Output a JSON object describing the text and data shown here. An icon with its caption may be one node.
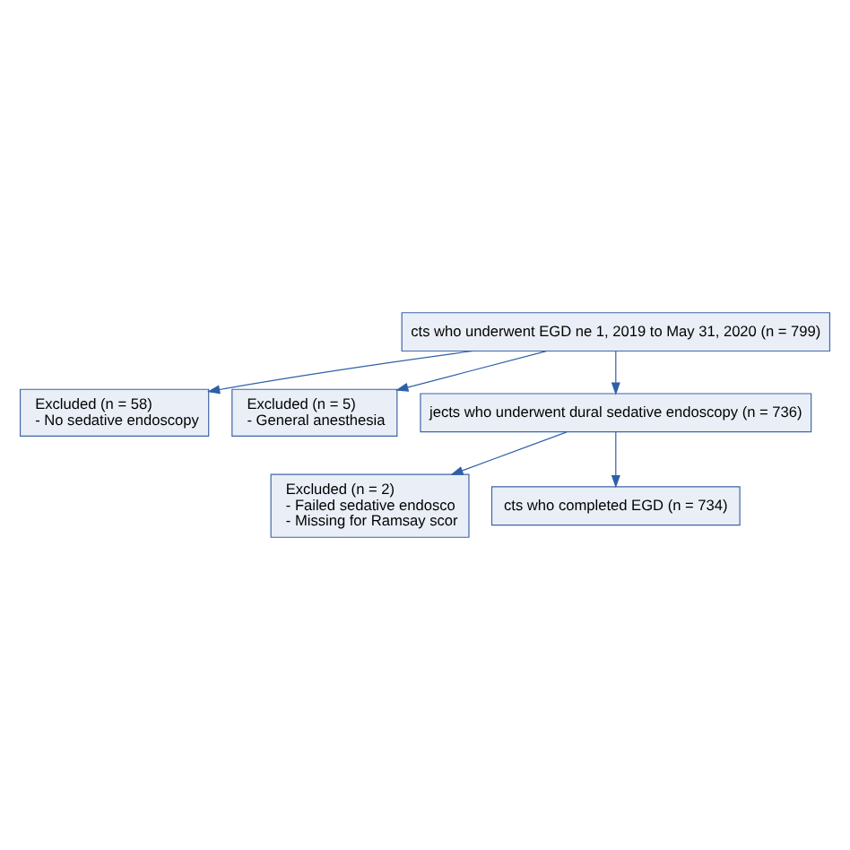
{
  "diagram": {
    "nodes": [
      {
        "text": [
          "cts who underwent EGD ne 1, 2019 to May 31, 2020 (n = 799)"
        ]
      },
      {
        "text": [
          "Excluded (n = 58)",
          "- No sedative endoscopy"
        ]
      },
      {
        "text": [
          "Excluded (n = 5)",
          "- General anesthesia"
        ]
      },
      {
        "text": [
          "jects who underwent dural sedative endoscopy (n = 736)"
        ]
      },
      {
        "text": [
          "Excluded (n = 2)",
          "- Failed sedative endosco",
          "- Missing for Ramsay scor"
        ]
      },
      {
        "text": [
          "cts who completed EGD (n = 734)"
        ]
      }
    ],
    "edges": [
      {
        "from": 0,
        "to": 1,
        "arrow": "to"
      },
      {
        "from": 0,
        "to": 2,
        "arrow": "to"
      },
      {
        "from": 0,
        "to": 3,
        "arrow": "to"
      },
      {
        "from": 3,
        "to": 4,
        "arrow": "to"
      },
      {
        "from": 3,
        "to": 5,
        "arrow": "to"
      }
    ]
  }
}
